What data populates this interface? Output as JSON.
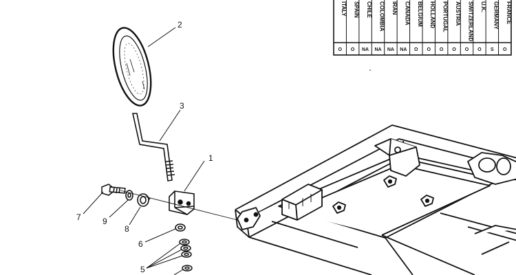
{
  "callouts": [
    {
      "id": "1",
      "label": "1"
    },
    {
      "id": "2",
      "label": "2"
    },
    {
      "id": "3",
      "label": "3"
    },
    {
      "id": "5",
      "label": "5"
    },
    {
      "id": "6",
      "label": "6"
    },
    {
      "id": "7",
      "label": "7"
    },
    {
      "id": "8",
      "label": "8"
    },
    {
      "id": "9",
      "label": "9"
    }
  ],
  "country_table": {
    "countries": [
      "ITALY",
      "SPAIN",
      "CHILE",
      "COLOMBIA",
      "IRAN",
      "CANADA",
      "BELGIUM",
      "HOLLAND",
      "PORTUGAL",
      "AUSTRIA",
      "SWITZERLAND",
      "U.K.",
      "GERMANY",
      "FRANCE"
    ],
    "values": [
      "O",
      "O",
      "NA",
      "NA",
      "NA",
      "NA",
      "O",
      "O",
      "O",
      "O",
      "O",
      "O",
      "S",
      "O"
    ]
  }
}
